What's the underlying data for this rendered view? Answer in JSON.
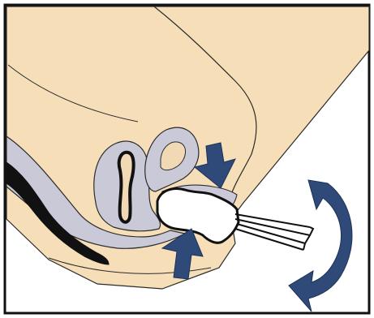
{
  "figure": {
    "kind": "anatomical-illustration",
    "labels": [],
    "colors": {
      "border": "#111111",
      "outline": "#2b2b2b",
      "skin": "#f6dfb8",
      "tissue": "#c9c9d8",
      "organ-highlight": "#f2d9b6",
      "rectum": "#111111",
      "device": "#ffffff",
      "arrow": "#2f4a78"
    },
    "icons": [
      "pressure-arrow-upper",
      "pressure-arrow-lower",
      "rotation-arrow"
    ]
  }
}
